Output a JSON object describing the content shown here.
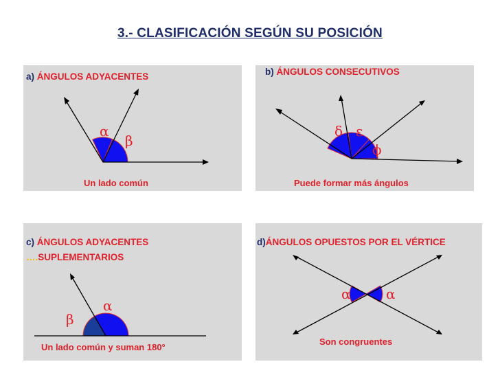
{
  "title": "3.- CLASIFICACIÓN SEGÚN SU POSICIÓN",
  "panels": {
    "a": {
      "prefix": "a)",
      "heading": "ÁNGULOS ADYACENTES",
      "caption": "Un lado común",
      "symbols": [
        "α",
        "β"
      ]
    },
    "b": {
      "prefix": "b)",
      "heading": "ÁNGULOS CONSECUTIVOS",
      "caption": "Puede formar más ángulos",
      "symbols": [
        "δ",
        "ε",
        "ϕ"
      ]
    },
    "c": {
      "prefix": "c)",
      "heading_line1": "ÁNGULOS ADYACENTES",
      "dots": "….",
      "heading_line2": "SUPLEMENTARIOS",
      "caption": "Un lado común y  suman 180°",
      "symbols": [
        "α",
        "β"
      ]
    },
    "d": {
      "prefix": "d)",
      "heading": "ÁNGULOS OPUESTOS POR EL VÉRTICE",
      "caption": "Son congruentes",
      "symbols": [
        "α",
        "α"
      ]
    }
  },
  "colors": {
    "panel_bg": "#d9d9d9",
    "title": "#1f2d6b",
    "red_text": "#e0202a",
    "sector_fill": "#1010f0",
    "sector_fill_dark": "#1a3d9a",
    "sector_edge": "#e03030"
  }
}
